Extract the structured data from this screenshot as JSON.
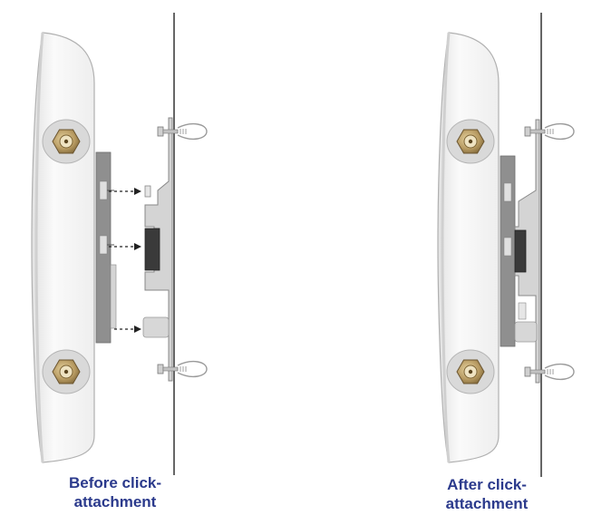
{
  "captions": {
    "before": {
      "line1": "Before click-",
      "line2": "attachment"
    },
    "after": {
      "line1": "After click-",
      "line2": "attachment"
    }
  },
  "colors": {
    "caption": "#2b3a8c",
    "wall_line": "#333333",
    "housing_fill": "#f4f4f4",
    "housing_stroke": "#b8b8b8",
    "plate": "#8f8f8f",
    "bracket": "#cfcfcf",
    "connector_brass": "#b79a62",
    "rubber_pad": "#3a3a3a",
    "arrow": "#222222"
  },
  "icons": [
    "antenna-housing",
    "n-connector",
    "wall-bracket",
    "screw-anchor",
    "dashed-arrow"
  ]
}
